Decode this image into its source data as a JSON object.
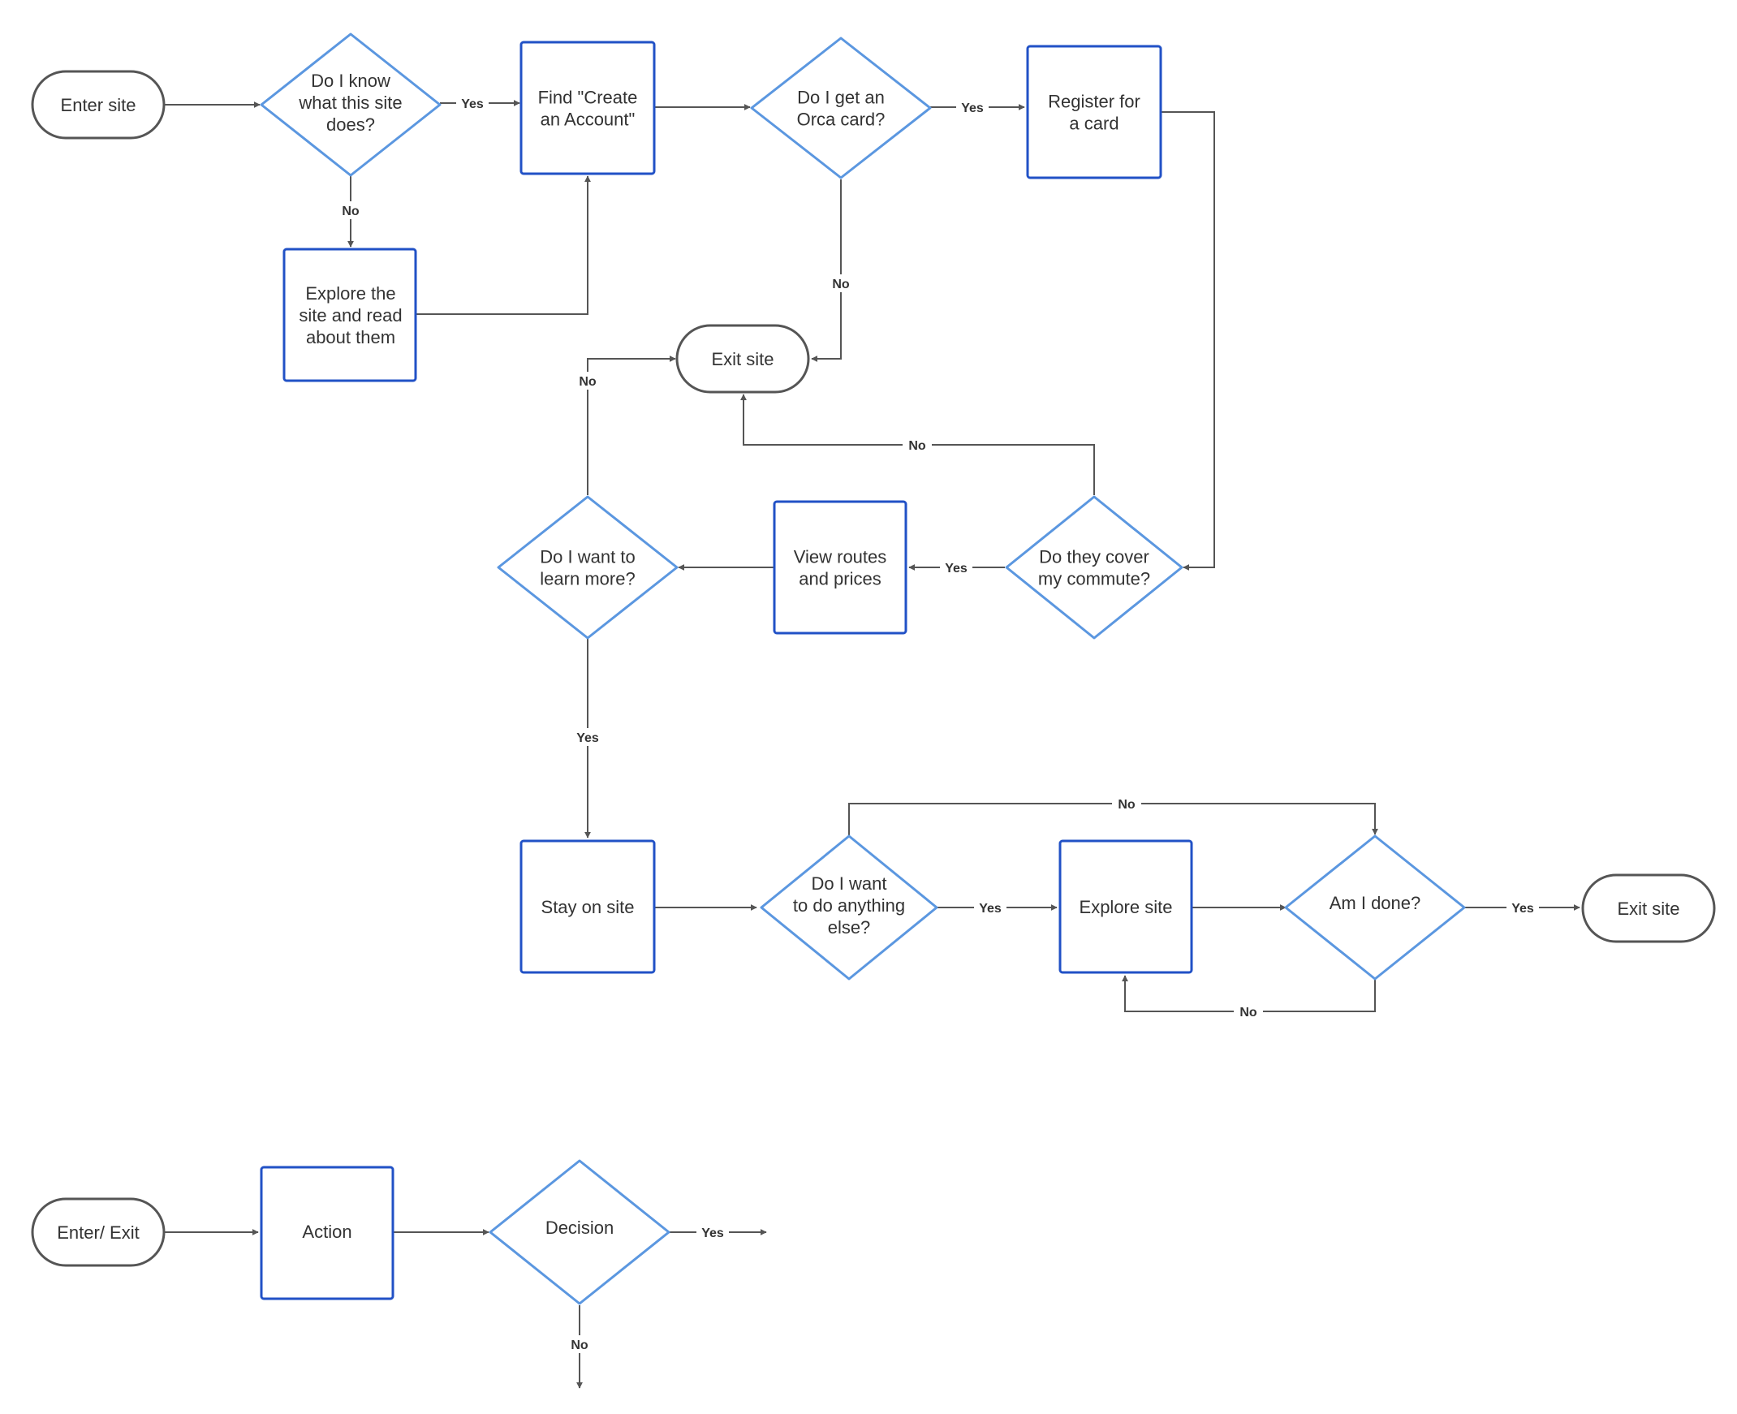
{
  "colors": {
    "terminal_border": "#555555",
    "action_border": "#2151c6",
    "decision_border": "#5b97e0",
    "connector": "#555555",
    "text": "#333333"
  },
  "nodes": {
    "enter_site": [
      "Enter site"
    ],
    "q_know_site": [
      "Do I know",
      "what this site",
      "does?"
    ],
    "find_account": [
      "Find \"Create",
      "an Account\""
    ],
    "q_orca_card": [
      "Do I get an",
      "Orca card?"
    ],
    "register_card": [
      "Register for",
      "a card"
    ],
    "explore_read": [
      "Explore the",
      "site and read",
      "about them"
    ],
    "exit_site_1": [
      "Exit site"
    ],
    "q_learn_more": [
      "Do I want to",
      "learn more?"
    ],
    "view_routes": [
      "View routes",
      "and prices"
    ],
    "q_cover_commute": [
      "Do they cover",
      "my commute?"
    ],
    "stay_on_site": [
      "Stay on site"
    ],
    "q_anything_else": [
      "Do I want",
      "to do anything",
      "else?"
    ],
    "explore_site": [
      "Explore site"
    ],
    "q_am_done": [
      "Am I done?"
    ],
    "exit_site_2": [
      "Exit site"
    ]
  },
  "edge_labels": {
    "know_yes": "Yes",
    "know_no": "No",
    "orca_yes": "Yes",
    "orca_no": "No",
    "learn_no": "No",
    "commute_no": "No",
    "commute_yes": "Yes",
    "learn_yes": "Yes",
    "else_no": "No",
    "else_yes": "Yes",
    "done_yes": "Yes",
    "done_no": "No"
  },
  "legend": {
    "terminal": [
      "Enter/ Exit"
    ],
    "action": [
      "Action"
    ],
    "decision": [
      "Decision"
    ],
    "yes_label": "Yes",
    "no_label": "No"
  }
}
